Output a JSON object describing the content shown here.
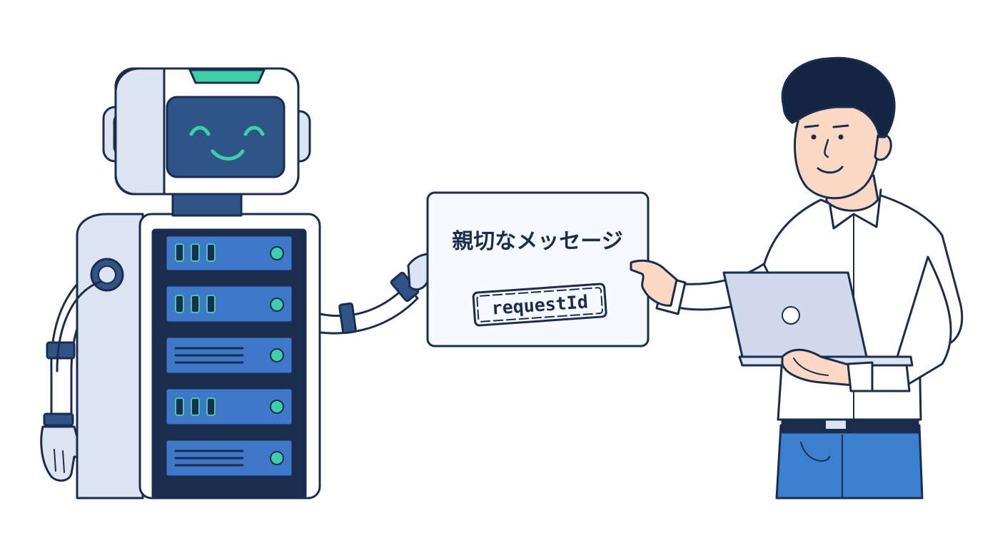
{
  "message_card": {
    "title": "親切なメッセージ",
    "stamp_label": "requestId"
  },
  "icons": {
    "robot": "server-robot-illustration",
    "person": "person-with-laptop-illustration",
    "laptop": "laptop-icon"
  },
  "colors": {
    "outline": "#1b2d4f",
    "robot_body": "#dce4f2",
    "screen": "#2f5486",
    "accent_green": "#3ecfa8",
    "server_blue": "#3f78c8",
    "server_dark": "#1b2d4f",
    "hair": "#142542",
    "skin": "#fbd8c4",
    "jeans": "#3b7fcf",
    "card_fill": "#f6f9fd"
  }
}
